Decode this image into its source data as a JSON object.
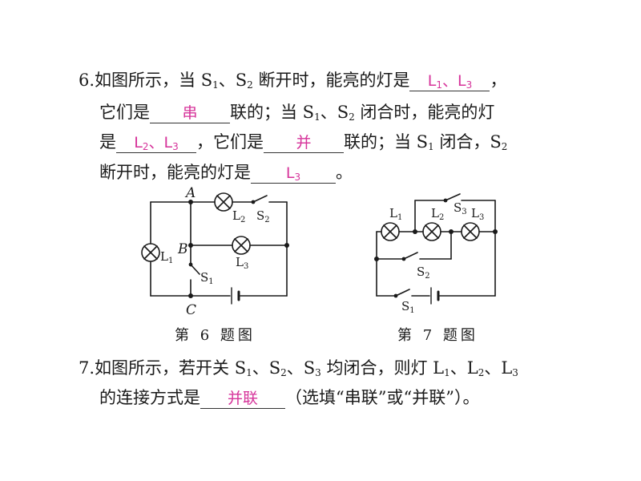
{
  "q6": {
    "number": "6.",
    "line1_a": "如图所示，当 S",
    "sub1": "1",
    "line1_b": "、S",
    "sub2": "2",
    "line1_c": " 断开时，能亮的灯是",
    "ans1_a": "L",
    "ans1_s1": "1",
    "ans1_b": "、L",
    "ans1_s2": "3",
    "line1_end": "，",
    "line2_a": "它们是",
    "ans2": "串",
    "line2_b": "联的；当 S",
    "sub3": "1",
    "line2_c": "、S",
    "sub4": "2",
    "line2_d": " 闭合时，能亮的灯",
    "line3_a": "是",
    "ans3_a": "L",
    "ans3_s1": "2",
    "ans3_b": "、L",
    "ans3_s2": "3",
    "line3_b": "，它们是",
    "ans4": "并",
    "line3_c": "联的；当 S",
    "sub5": "1",
    "line3_d": " 闭合，S",
    "sub6": "2",
    "line4_a": "断开时，能亮的灯是",
    "ans5_a": "L",
    "ans5_s": "3",
    "line4_end": "。"
  },
  "fig6": {
    "caption": "第 6 题图",
    "labels": {
      "A": "A",
      "B": "B",
      "C": "C",
      "L1": "L",
      "L1s": "1",
      "L2": "L",
      "L2s": "2",
      "L3": "L",
      "L3s": "3",
      "S1": "S",
      "S1s": "1",
      "S2": "S",
      "S2s": "2"
    }
  },
  "fig7": {
    "caption": "第 7 题图",
    "labels": {
      "L1": "L",
      "L1s": "1",
      "L2": "L",
      "L2s": "2",
      "L3": "L",
      "L3s": "3",
      "S1": "S",
      "S1s": "1",
      "S2": "S",
      "S2s": "2",
      "S3": "S",
      "S3s": "3"
    }
  },
  "q7": {
    "number": "7.",
    "line1_a": "如图所示，若开关 S",
    "sub1": "1",
    "line1_b": "、S",
    "sub2": "2",
    "line1_c": "、S",
    "sub3": "3",
    "line1_d": " 均闭合，则灯 L",
    "sub4": "1",
    "line1_e": "、L",
    "sub5": "2",
    "line1_f": "、L",
    "sub6": "3",
    "line2_a": "的连接方式是",
    "ans": "并联",
    "line2_b": "（选填“串联”或“并联”）。"
  },
  "colors": {
    "answer": "#d6339a",
    "ink": "#1a1a1a"
  }
}
